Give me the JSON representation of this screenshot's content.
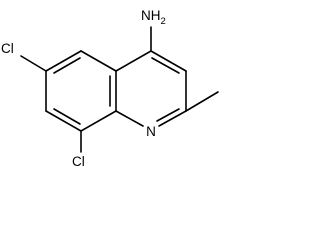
{
  "molecule": {
    "labels": {
      "amine": {
        "main": "NH",
        "sub": "2"
      },
      "ring_nitrogen": "N",
      "chloro_6": "Cl",
      "chloro_8": "Cl"
    },
    "colors": {
      "bond": "#000000",
      "label": "#000000",
      "background": "#ffffff"
    }
  }
}
